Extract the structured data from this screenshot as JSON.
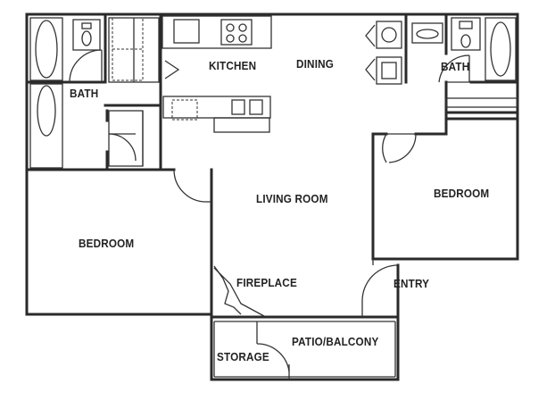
{
  "rooms": {
    "kitchen": "KITCHEN",
    "dining": "DINING",
    "bath_left": "BATH",
    "bath_right": "BATH",
    "living_room": "LIVING ROOM",
    "bedroom_right": "BEDROOM",
    "bedroom_left": "BEDROOM",
    "fireplace": "FIREPLACE",
    "entry": "ENTRY",
    "storage": "STORAGE",
    "patio": "PATIO/BALCONY"
  }
}
